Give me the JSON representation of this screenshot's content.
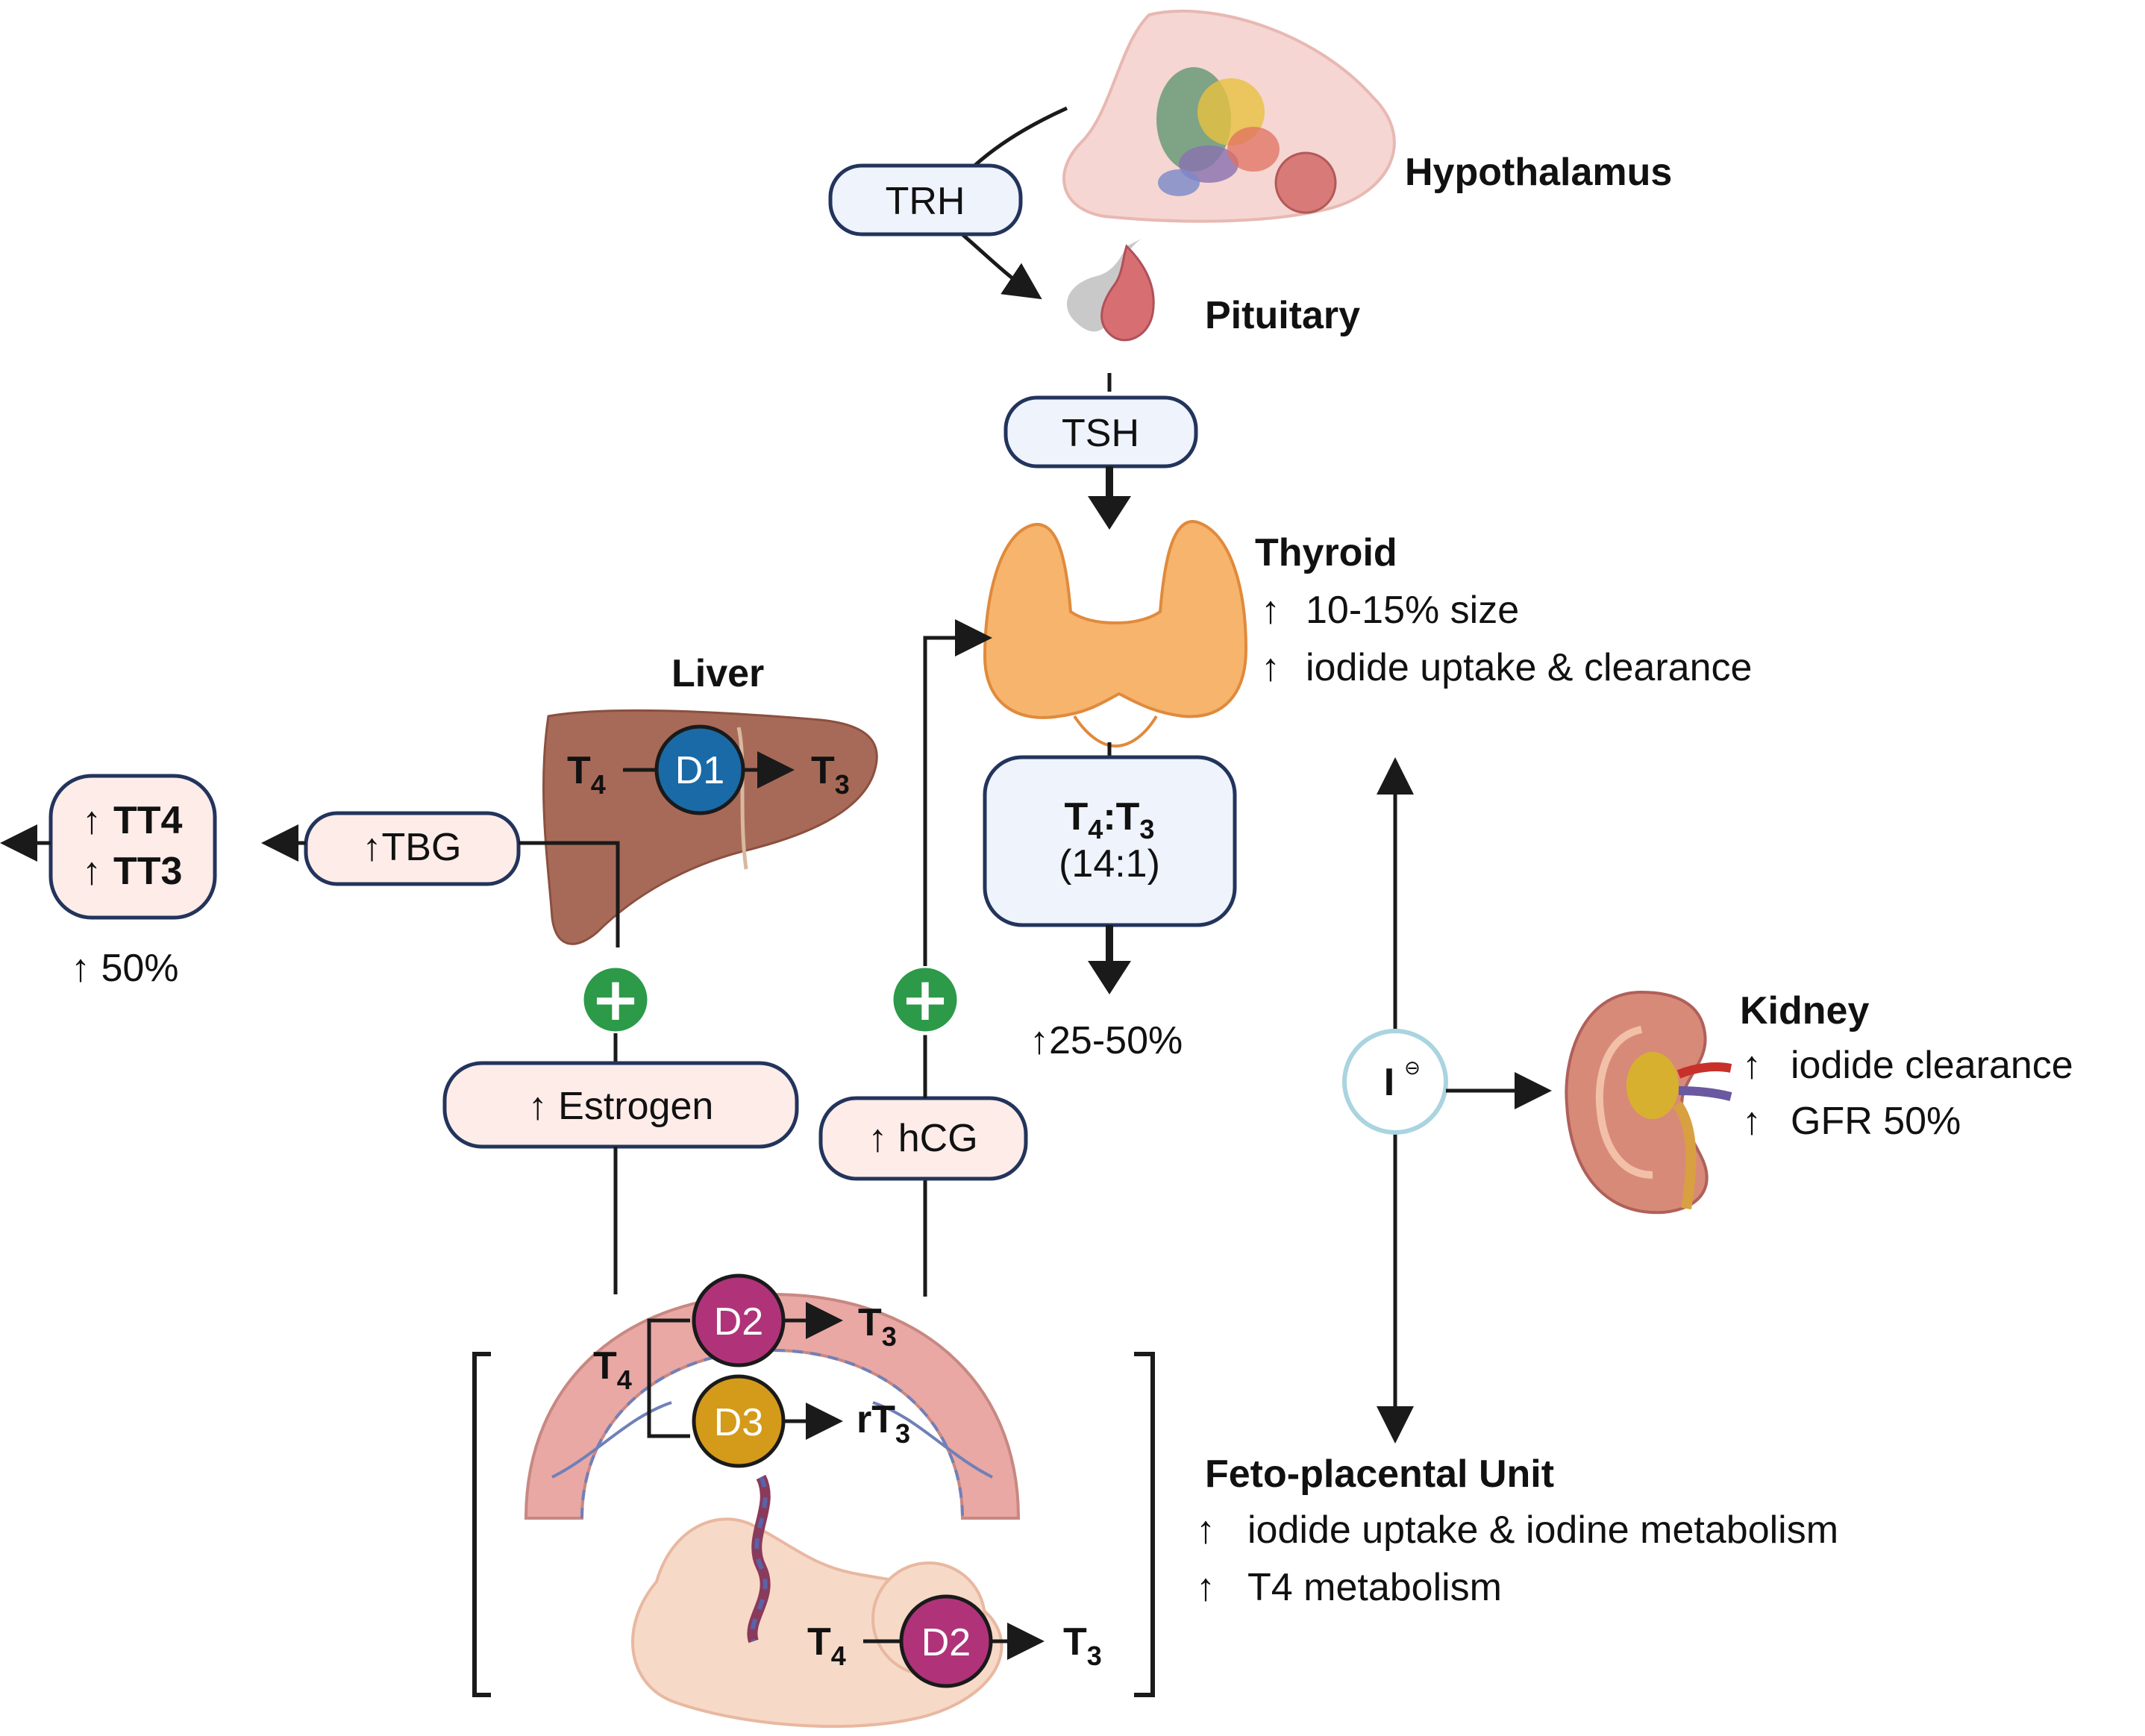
{
  "organs": {
    "hypothalamus": "Hypothalamus",
    "pituitary": "Pituitary",
    "thyroid": "Thyroid",
    "liver": "Liver",
    "kidney": "Kidney",
    "feto_placental": "Feto-placental Unit"
  },
  "hormones": {
    "trh": "TRH",
    "tsh": "TSH",
    "tbg": "↑TBG",
    "estrogen": "↑ Estrogen",
    "hcg": "↑ hCG",
    "iodide_symbol": "I",
    "iodide_charge": "⊖"
  },
  "thyroid_notes": [
    "10-15% size",
    "iodide uptake & clearance"
  ],
  "ratio": {
    "label": "T",
    "sub4": "4",
    "colon": ":T",
    "sub3": "3",
    "value": "(14:1)"
  },
  "thyroid_output": "↑25-50%",
  "total_hormones": {
    "tt4": "TT4",
    "tt3": "TT3",
    "increase": "↑ 50%"
  },
  "kidney_notes": [
    "iodide clearance",
    "GFR 50%"
  ],
  "feto_notes": [
    "iodide uptake & iodine metabolism",
    "T4 metabolism"
  ],
  "deiodinases": {
    "d1": "D1",
    "d2": "D2",
    "d3": "D3"
  },
  "thyroid_hormones": {
    "t": "T",
    "rt": "rT",
    "four": "4",
    "three": "3"
  },
  "plus_symbol": "+",
  "up_arrow": "↑",
  "colors": {
    "box_blue": "#eef3fc",
    "box_pink": "#fdece8",
    "box_border": "#23345c",
    "d1": "#1a6aa8",
    "d2": "#b0337a",
    "d3": "#d49a1a",
    "plus": "#2c9a48",
    "thyroid": "#f6b46c",
    "liver": "#a86a58",
    "kidney": "#d88a78",
    "iodide_ring": "#a9d4e0"
  }
}
